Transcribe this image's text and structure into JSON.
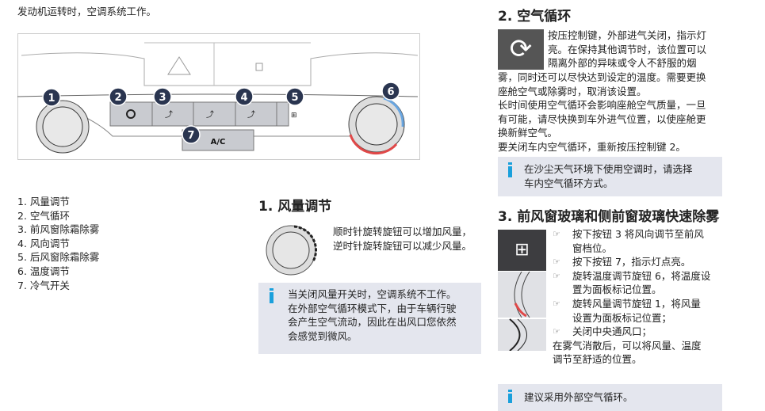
{
  "intro": "发动机运转时，空调系统工作。",
  "panel": {
    "callouts": [
      "1",
      "2",
      "3",
      "4",
      "5",
      "6",
      "7"
    ],
    "ac_label": "A/C"
  },
  "legend": [
    "1. 风量调节",
    "2. 空气循环",
    "3. 前风窗除霜除雾",
    "4. 风向调节",
    "5. 后风窗除霜除雾",
    "6. 温度调节",
    "7. 冷气开关"
  ],
  "section1": {
    "title": "1. 风量调节",
    "lines": [
      "顺时针旋转旋钮可以增加风量，",
      "逆时针旋转旋钮可以减少风量。"
    ],
    "info": [
      "当关闭风量开关时，空调系统不工作。",
      "在外部空气循环模式下，由于车辆行驶",
      "会产生空气流动，因此在出风口您依然",
      "会感觉到微风。"
    ]
  },
  "section2": {
    "title": "2. 空气循环",
    "lines_side": [
      "按压控制键，外部进气关闭，指示灯",
      "亮。在保持其他调节时，该位置可以",
      "隔离外部的异味或令人不舒服的烟"
    ],
    "lines": [
      "雾，同时还可以尽快达到设定的温度。需要更换",
      "座舱空气或除雾时，取消该设置。",
      "长时间使用空气循环会影响座舱空气质量，一旦",
      "有可能，请尽快换到车外进气位置，以使座舱更",
      "换新鲜空气。",
      "要关闭车内空气循环，重新按压控制键 2。"
    ],
    "info": [
      "在沙尘天气环境下使用空调时，请选择",
      "车内空气循环方式。"
    ]
  },
  "section3": {
    "title": "3. 前风窗玻璃和侧前窗玻璃快速除雾",
    "bullet_marker": "☞",
    "bullets": [
      [
        "按下按钮 3 将风向调节至前风",
        "窗档位。"
      ],
      [
        "按下按钮 7，指示灯点亮。"
      ],
      [
        "旋转温度调节旋钮 6，将温度设",
        "置为面板标记位置。"
      ],
      [
        "旋转风量调节旋钮 1，将风量",
        "设置为面板标记位置；"
      ],
      [
        "关闭中央通风口；"
      ]
    ],
    "after": [
      "在雾气消散后，可以将风量、温度",
      "调节至舒适的位置。"
    ],
    "info": [
      "建议采用外部空气循环。"
    ]
  },
  "colors": {
    "info_bg": "#e4e6ee",
    "info_icon": "#1aa0dc",
    "callout": "#2a3550"
  }
}
